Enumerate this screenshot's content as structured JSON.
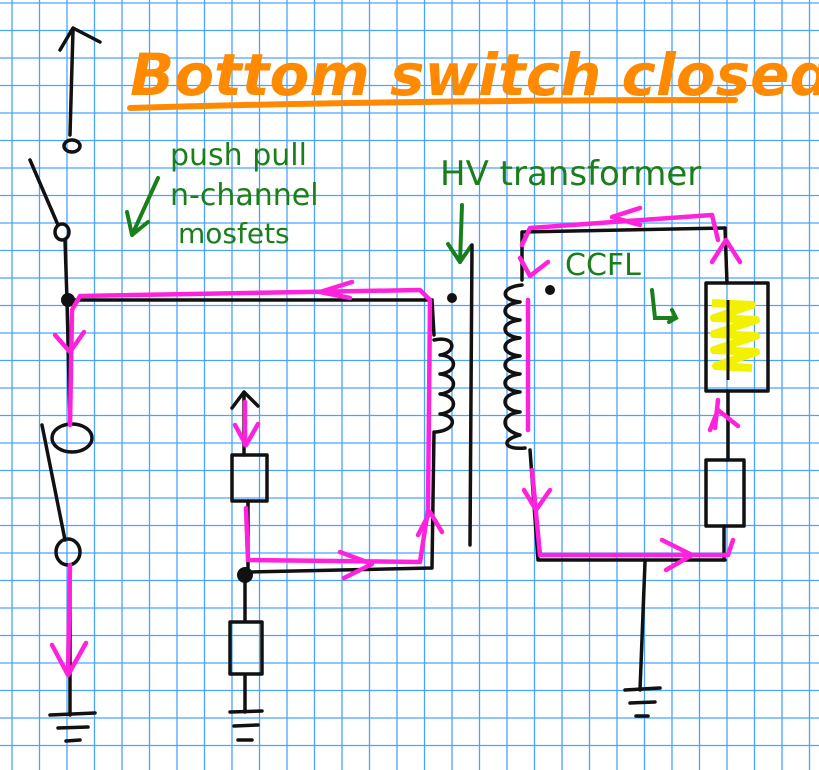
{
  "title": "Bottom switch closed",
  "labels": {
    "push_pull": "push pull",
    "n_channel": "n-channel",
    "mosfets": "mosfets",
    "hv_transformer": "HV transformer",
    "ccfl": "CCFL"
  },
  "colors": {
    "grid": "#4aa3ff",
    "ink": "#111111",
    "title": "#ff8a00",
    "annotation": "#1a7f1a",
    "current_path": "#ff22dd",
    "lamp": "#f2f200"
  }
}
